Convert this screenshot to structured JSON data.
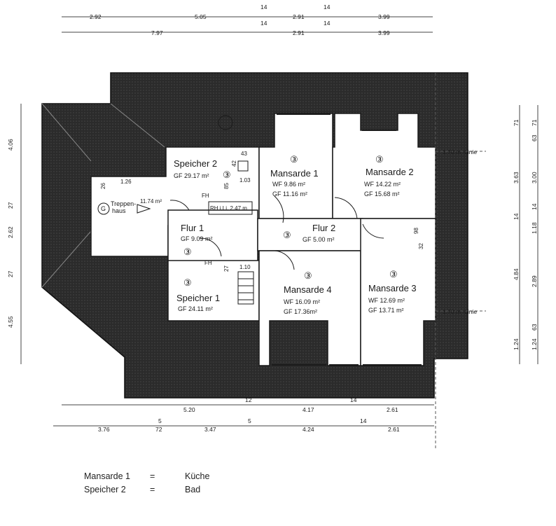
{
  "colors": {
    "roof": "#2b2b2b",
    "line": "#1a1a1a",
    "paper": "#ffffff"
  },
  "dimensions": {
    "top_row1": [
      "2.92",
      "5.05",
      "14",
      "2.91",
      "14",
      "3.99"
    ],
    "top_row2": [
      "7.97",
      "14",
      "2.91",
      "14",
      "3.99"
    ],
    "left": [
      "4.06",
      "27",
      "2.62",
      "27",
      "4.55"
    ],
    "right_outer": [
      "71",
      "71",
      "3.63",
      "14",
      "4.84",
      "1.24"
    ],
    "right_inner": [
      "63",
      "3.00",
      "14",
      "1.18",
      "2.89",
      "63",
      "1.24"
    ],
    "bottom_row1": [
      "5.20",
      "12",
      "4.17",
      "14",
      "2.61"
    ],
    "bottom_row2": [
      "3.76",
      "5",
      "72",
      "3.47",
      "5",
      "4.24",
      "14",
      "2.61"
    ],
    "line_label_top": "1.70 m -Linie",
    "line_label_bottom": "1.70 m -Linie"
  },
  "rooms": {
    "speicher2": {
      "name": "Speicher 2",
      "area": "GF 29.17 m²",
      "mark": "③"
    },
    "mansarde1": {
      "name": "Mansarde 1",
      "wf": "WF 9.86 m²",
      "gf": "GF 11.16 m²",
      "mark": "③"
    },
    "mansarde2": {
      "name": "Mansarde 2",
      "wf": "WF 14.22 m²",
      "gf": "GF 15.68 m²",
      "mark": "③"
    },
    "flur1": {
      "name": "Flur 1",
      "area": "GF 9.09 m²",
      "mark": "③"
    },
    "flur2": {
      "name": "Flur 2",
      "area": "GF 5.00 m²",
      "mark": "③"
    },
    "speicher1": {
      "name": "Speicher 1",
      "area": "GF 24.11 m²",
      "mark": "③"
    },
    "mansarde4": {
      "name": "Mansarde 4",
      "wf": "WF 16.09 m²",
      "gf": "GF 17.36m²",
      "mark": "③"
    },
    "mansarde3": {
      "name": "Mansarde 3",
      "wf": "WF 12.69 m²",
      "gf": "GF 13.71 m²",
      "mark": "③"
    },
    "treppenhaus": {
      "name1": "Treppen-",
      "name2": "haus",
      "area": "11.74 m²",
      "mark": "G"
    }
  },
  "annotations": {
    "fh1": "FH",
    "fh2": "FH",
    "rh": "RH i.Li. 2.47 m",
    "n43": "43",
    "n42": "42",
    "n103": "1.03",
    "n126": "1.26",
    "n110": "1.10",
    "n98": "98",
    "n32": "32",
    "n27": "27",
    "n26": "26",
    "n85": "85"
  },
  "legend": [
    {
      "a": "Mansarde 1",
      "eq": "=",
      "b": "Küche"
    },
    {
      "a": "Speicher 2",
      "eq": "=",
      "b": "Bad"
    }
  ]
}
